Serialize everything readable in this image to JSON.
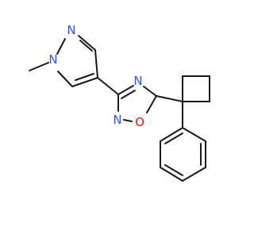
{
  "molecule": {
    "atom_labels": {
      "n_methyl": "N",
      "n_pyrazole": "N",
      "n_oxadiazole_top": "N",
      "n_oxadiazole_left": "N",
      "o_oxadiazole": "O"
    },
    "colors": {
      "bond": "#1a1a1a",
      "nitrogen": "#3050f8",
      "oxygen": "#ff0d0d"
    }
  }
}
